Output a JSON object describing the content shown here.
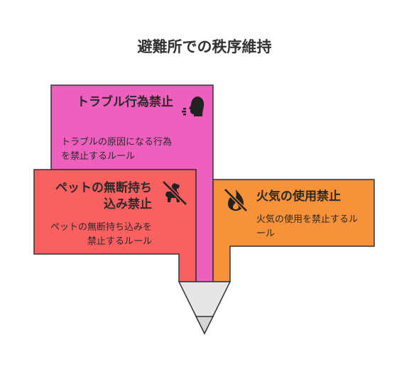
{
  "title": "避難所での秩序維持",
  "cards": [
    {
      "id": "trouble",
      "heading": "トラブル行為禁止",
      "description": "トラブルの原因になる行為を禁止するルール",
      "icon": "speaking-head-icon",
      "color": "#ef5fbd"
    },
    {
      "id": "pets",
      "heading": "ペットの無断持ち込み禁止",
      "description": "ペットの無断持ち込みを禁止するルール",
      "icon": "no-dog-icon",
      "color": "#fb6060"
    },
    {
      "id": "fire",
      "heading": "火気の使用禁止",
      "description": "火気の使用を禁止するルール",
      "icon": "no-fire-icon",
      "color": "#f7923a"
    }
  ],
  "colors": {
    "outline": "#333333",
    "pencil_tip": "#e6e6e6",
    "pencil_lead": "#d4d4d4"
  }
}
